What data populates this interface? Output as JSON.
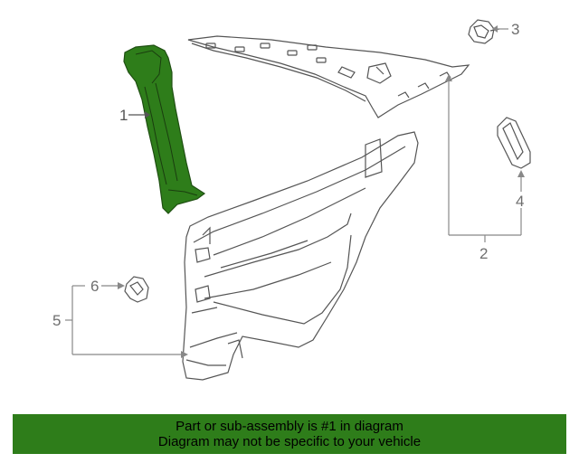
{
  "callouts": {
    "c1": "1",
    "c2": "2",
    "c3": "3",
    "c4": "4",
    "c5": "5",
    "c6": "6"
  },
  "banner": {
    "line1": "Part or sub-assembly is #1 in diagram",
    "line2": "Diagram may not be specific to your vehicle"
  },
  "colors": {
    "highlight_part": "#2e7d1a",
    "banner_bg": "#2e7d1a",
    "line_art": "#555555",
    "callout_text": "#6e6e6e"
  }
}
